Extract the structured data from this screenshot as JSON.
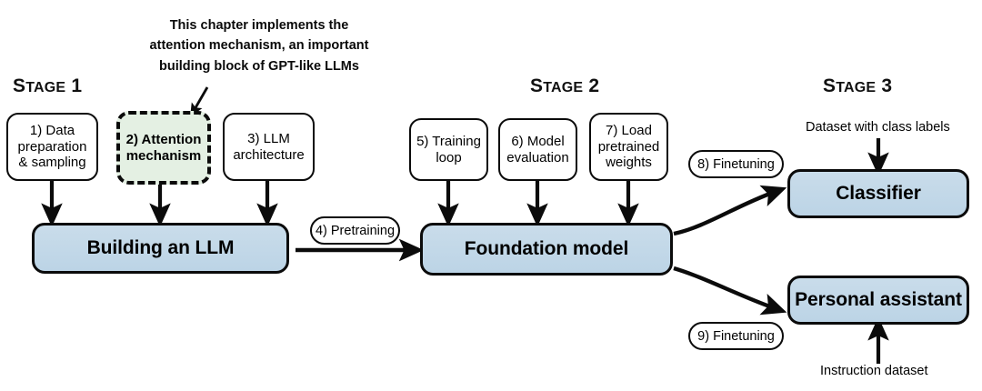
{
  "diagram": {
    "title": "Building an LLM - three stage overview",
    "background": "#ffffff",
    "colors": {
      "blue_box": "#c2d8e8",
      "green_box": "#e4f0e3",
      "stroke": "#0b0b0b",
      "text": "#000000"
    },
    "annotation": {
      "text": "This chapter implements the\nattention mechanism, an important\nbuilding block of GPT-like LLMs"
    },
    "stages": [
      {
        "id": "stage-1",
        "prefix": "S",
        "rest": "TAGE",
        "number": "1",
        "full": "STAGE 1"
      },
      {
        "id": "stage-2",
        "prefix": "S",
        "rest": "TAGE",
        "number": "2",
        "full": "STAGE 2"
      },
      {
        "id": "stage-3",
        "prefix": "S",
        "rest": "TAGE",
        "number": "3",
        "full": "STAGE 3"
      }
    ],
    "steps": [
      {
        "id": "step-1",
        "label": "1) Data\npreparation\n& sampling",
        "style": "plain"
      },
      {
        "id": "step-2",
        "label": "2) Attention\nmechanism",
        "style": "dashed-green"
      },
      {
        "id": "step-3",
        "label": "3) LLM\narchitecture",
        "style": "plain"
      },
      {
        "id": "step-5",
        "label": "5) Training\nloop",
        "style": "plain"
      },
      {
        "id": "step-6",
        "label": "6) Model\nevaluation",
        "style": "plain"
      },
      {
        "id": "step-7",
        "label": "7) Load\npretrained\nweights",
        "style": "plain"
      }
    ],
    "big_boxes": [
      {
        "id": "building-an-llm",
        "label": "Building an LLM"
      },
      {
        "id": "foundation-model",
        "label": "Foundation model"
      },
      {
        "id": "classifier",
        "label": "Classifier"
      },
      {
        "id": "personal-assistant",
        "label": "Personal assistant"
      }
    ],
    "pills": [
      {
        "id": "pretraining",
        "label": "4) Pretraining"
      },
      {
        "id": "finetuning-8",
        "label": "8) Finetuning"
      },
      {
        "id": "finetuning-9",
        "label": "9) Finetuning"
      }
    ],
    "input_labels": [
      {
        "id": "class-labels-dataset",
        "label": "Dataset with class labels"
      },
      {
        "id": "instruction-dataset",
        "label": "Instruction dataset"
      }
    ]
  }
}
